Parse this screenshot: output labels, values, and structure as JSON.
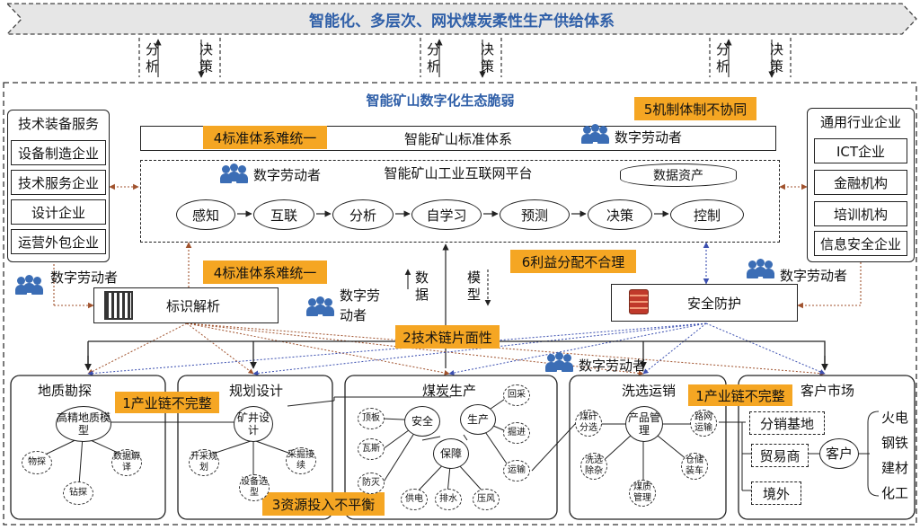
{
  "banner": {
    "title": "智能化、多层次、网状煤炭柔性生产供给体系"
  },
  "feedback_links": [
    {
      "left": [
        "分",
        "析"
      ],
      "right": [
        "决",
        "策"
      ]
    },
    {
      "left": [
        "分",
        "析"
      ],
      "right": [
        "决",
        "策"
      ]
    },
    {
      "left": [
        "分",
        "析"
      ],
      "right": [
        "决",
        "策"
      ]
    }
  ],
  "ecosystem": {
    "title": "智能矿山数字化生态脆弱"
  },
  "tech_services": {
    "title": "技术装备服务",
    "items": [
      "设备制造企业",
      "技术服务企业",
      "设计企业",
      "运营外包企业"
    ]
  },
  "general_industry": {
    "title": "通用行业企业",
    "items": [
      "ICT企业",
      "金融机构",
      "培训机构",
      "信息安全企业"
    ]
  },
  "standard_system": {
    "label": "智能矿山标准体系"
  },
  "platform": {
    "title": "智能矿山工业互联网平台",
    "data_assets": "数据资产",
    "steps": [
      "感知",
      "互联",
      "分析",
      "自学习",
      "预测",
      "决策",
      "控制"
    ]
  },
  "workers": [
    "数字劳动者",
    "数字劳动者",
    "数字劳动者",
    "数字劳动者",
    "数字劳动者",
    "数字劳动者"
  ],
  "labels": {
    "data": [
      "数",
      "据"
    ],
    "model": [
      "模",
      "型"
    ]
  },
  "identification": {
    "label": "标识解析"
  },
  "security": {
    "label": "安全防护"
  },
  "problems": {
    "standard_1": "4标准体系难统一",
    "standard_2": "4标准体系难统一",
    "mechanism": "5机制体制不协同",
    "profit": "6利益分配不合理",
    "tech_chain": "2技术链片面性",
    "industry_chain_1": "1产业链不完整",
    "industry_chain_2": "1产业链不完整",
    "resources": "3资源投入不平衡"
  },
  "geology": {
    "title": "地质勘探",
    "center": "高精地质模型",
    "children": [
      "物探",
      "钻探",
      "数据解译"
    ]
  },
  "planning": {
    "title": "规划设计",
    "center": "矿井设计",
    "children": [
      "开采规划",
      "设备选型",
      "采掘接续"
    ]
  },
  "coal_production": {
    "title": "煤炭生产",
    "safety": "安全",
    "production": "生产",
    "support": "保障",
    "safety_items": [
      "顶板",
      "瓦斯",
      "防灭"
    ],
    "production_items": [
      "回采",
      "掘进",
      "运输"
    ],
    "support_items": [
      "供电",
      "排水",
      "压风"
    ]
  },
  "washing": {
    "title": "洗选运销",
    "center": "产品管理",
    "children": [
      "煤矸分选",
      "洗选除杂",
      "煤质管理",
      "仓储装车",
      "路网运输"
    ]
  },
  "market": {
    "title": "客户市场",
    "channels": [
      "分销基地",
      "贸易商",
      "境外"
    ],
    "customer": "客户",
    "industries": [
      "火电",
      "钢铁",
      "建材",
      "化工"
    ]
  }
}
